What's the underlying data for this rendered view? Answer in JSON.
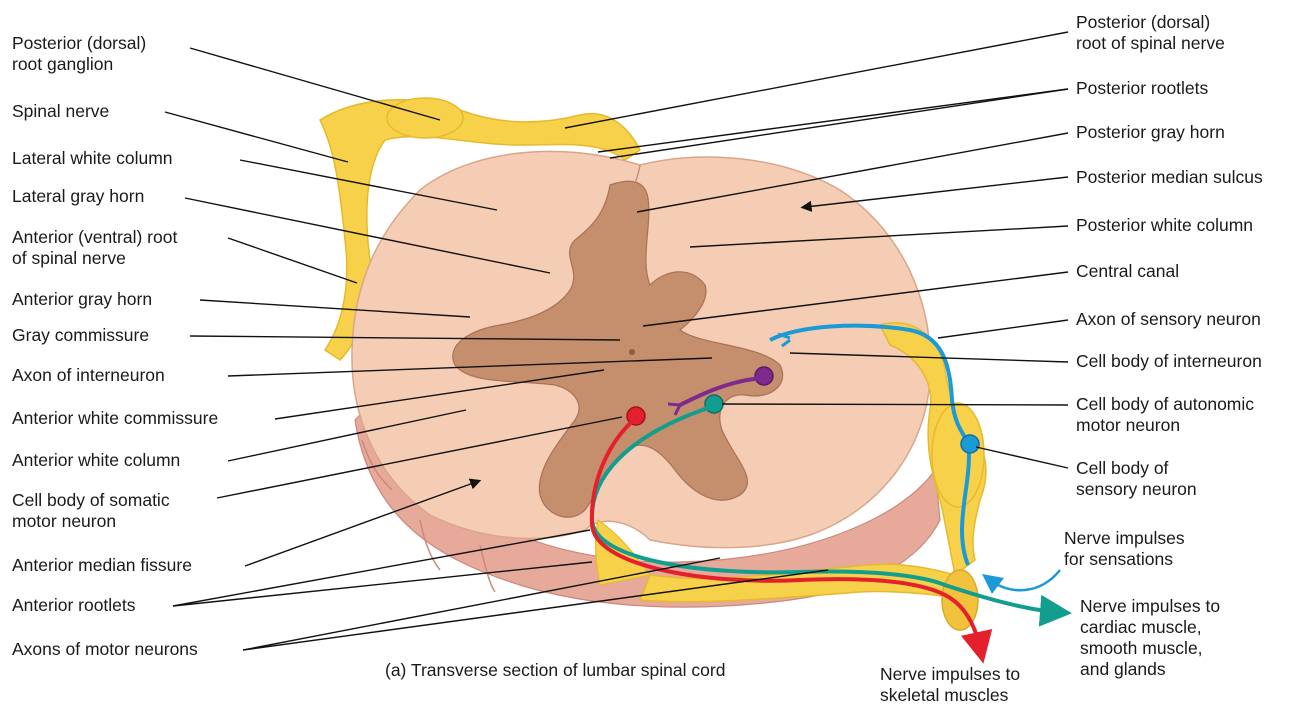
{
  "caption": "(a) Transverse section of lumbar spinal cord",
  "colors": {
    "white_matter": "#f4cdb4",
    "gray_matter": "#c58e6d",
    "nerve_root": "#f8d14a",
    "sensory_pathway": "#1b9ad7",
    "interneuron": "#7d2a8c",
    "somatic_motor": "#e3202b",
    "autonomic_motor": "#129e8f"
  },
  "labels_left": [
    {
      "id": "posterior-root-ganglion",
      "lines": [
        "Posterior (dorsal)",
        "root ganglion"
      ]
    },
    {
      "id": "spinal-nerve",
      "lines": [
        "Spinal nerve"
      ]
    },
    {
      "id": "lateral-white-column",
      "lines": [
        "Lateral white column"
      ]
    },
    {
      "id": "lateral-gray-horn",
      "lines": [
        "Lateral gray horn"
      ]
    },
    {
      "id": "anterior-root",
      "lines": [
        "Anterior (ventral) root",
        "of spinal nerve"
      ]
    },
    {
      "id": "anterior-gray-horn",
      "lines": [
        "Anterior gray horn"
      ]
    },
    {
      "id": "gray-commissure",
      "lines": [
        "Gray commissure"
      ]
    },
    {
      "id": "axon-of-interneuron",
      "lines": [
        "Axon of interneuron"
      ]
    },
    {
      "id": "anterior-white-commissure",
      "lines": [
        "Anterior white commissure"
      ]
    },
    {
      "id": "anterior-white-column",
      "lines": [
        "Anterior white column"
      ]
    },
    {
      "id": "cell-body-somatic-motor",
      "lines": [
        "Cell body of somatic",
        "motor neuron"
      ]
    },
    {
      "id": "anterior-median-fissure",
      "lines": [
        "Anterior median fissure"
      ]
    },
    {
      "id": "anterior-rootlets",
      "lines": [
        "Anterior rootlets"
      ]
    },
    {
      "id": "axons-of-motor-neurons",
      "lines": [
        "Axons of motor neurons"
      ]
    }
  ],
  "labels_right": [
    {
      "id": "posterior-root-spinal-nerve",
      "lines": [
        "Posterior (dorsal)",
        "root of spinal nerve"
      ]
    },
    {
      "id": "posterior-rootlets",
      "lines": [
        "Posterior rootlets"
      ]
    },
    {
      "id": "posterior-gray-horn",
      "lines": [
        "Posterior gray horn"
      ]
    },
    {
      "id": "posterior-median-sulcus",
      "lines": [
        "Posterior median sulcus"
      ]
    },
    {
      "id": "posterior-white-column",
      "lines": [
        "Posterior white column"
      ]
    },
    {
      "id": "central-canal",
      "lines": [
        "Central canal"
      ]
    },
    {
      "id": "axon-of-sensory-neuron",
      "lines": [
        "Axon of sensory neuron"
      ]
    },
    {
      "id": "cell-body-interneuron",
      "lines": [
        "Cell body of interneuron"
      ]
    },
    {
      "id": "cell-body-autonomic-motor",
      "lines": [
        "Cell body of autonomic",
        "motor neuron"
      ]
    },
    {
      "id": "cell-body-sensory",
      "lines": [
        "Cell body of",
        "sensory neuron"
      ]
    }
  ],
  "labels_impulses": [
    {
      "id": "impulses-sensations",
      "lines": [
        "Nerve impulses",
        "for sensations"
      ]
    },
    {
      "id": "impulses-cardiac",
      "lines": [
        "Nerve impulses to",
        "cardiac muscle,",
        "smooth muscle,",
        "and glands"
      ]
    },
    {
      "id": "impulses-skeletal",
      "lines": [
        "Nerve impulses to",
        "skeletal muscles"
      ]
    }
  ]
}
